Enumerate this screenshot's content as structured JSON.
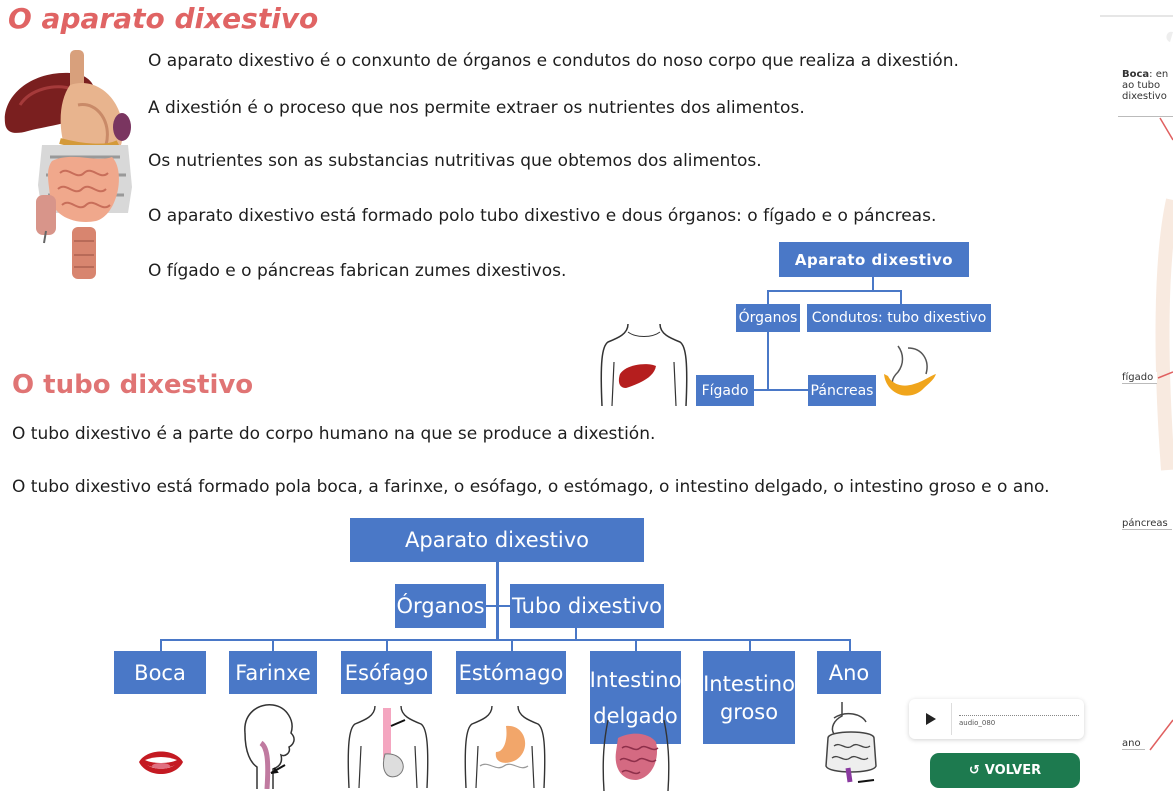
{
  "section1": {
    "title": "O aparato dixestivo",
    "paragraphs": [
      "O aparato dixestivo é o conxunto de órganos e condutos do noso corpo que realiza a dixestión.",
      "A dixestión é o proceso que nos permite extraer os nutrientes dos alimentos.",
      "Os nutrientes son as substancias nutritivas que obtemos dos alimentos.",
      "O aparato dixestivo está formado polo tubo dixestivo e dous órganos: o fígado e o páncreas.",
      "O  fígado e o páncreas fabrican zumes dixestivos."
    ]
  },
  "small_diagram": {
    "root": "Aparato dixestivo",
    "organs": "Órganos",
    "ducts": "Condutos: tubo dixestivo",
    "liver": "Fígado",
    "pancreas": "Páncreas"
  },
  "section2": {
    "title": "O tubo dixestivo",
    "paragraphs": [
      "O tubo dixestivo é a  parte do corpo humano na que se produce a dixestión.",
      "O tubo dixestivo está formado pola boca, a farinxe, o esófago, o estómago, o intestino delgado, o intestino groso e o ano."
    ]
  },
  "large_diagram": {
    "root": "Aparato dixestivo",
    "organs": "Órganos",
    "tube": "Tubo dixestivo",
    "parts": [
      "Boca",
      "Farinxe",
      "Esófago",
      "Estómago",
      "Intestino delgado",
      "Intestino groso",
      "Ano"
    ]
  },
  "side_panel": {
    "boca_bold": "Boca",
    "boca_rest_1": ": en",
    "boca_rest_2": "ao tubo",
    "boca_rest_3": "dixestivo",
    "figado": "fígado",
    "pancreas": "páncreas",
    "ano": "ano"
  },
  "audio": {
    "file": "audio_080",
    "icon": "play-icon"
  },
  "volver_button": {
    "label": "VOLVER",
    "icon": "return-arrow-icon"
  },
  "colors": {
    "title": "#e06464",
    "box": "#4a78c7",
    "button": "#1d7a4f"
  }
}
